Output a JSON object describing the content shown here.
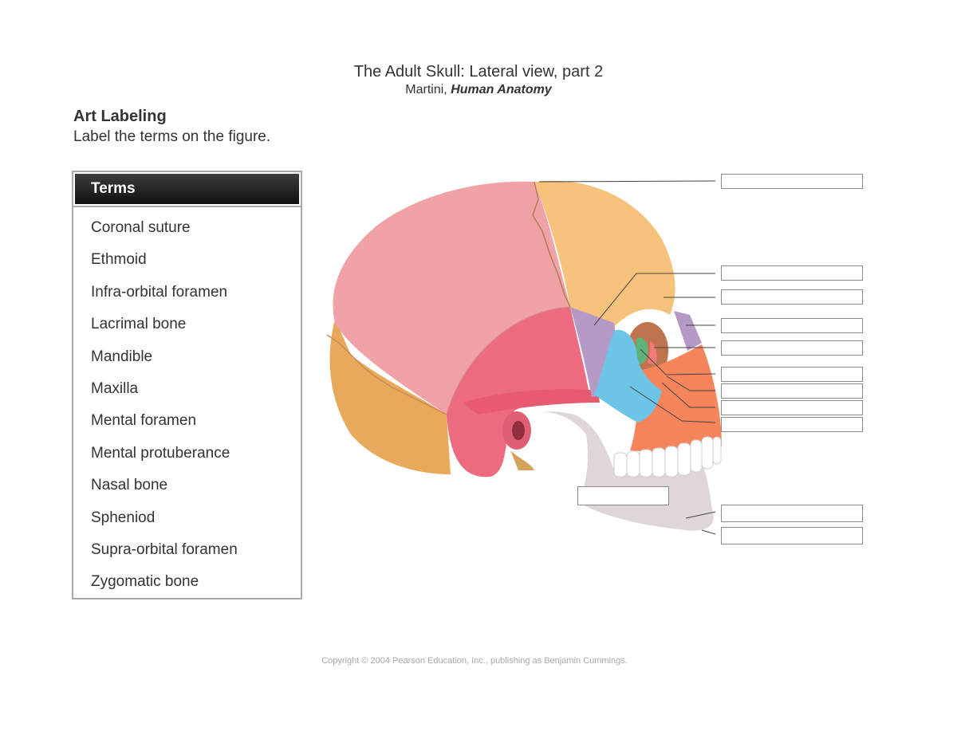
{
  "header": {
    "title": "The Adult Skull: Lateral view, part 2",
    "author": "Martini,",
    "book": "Human Anatomy"
  },
  "task": {
    "heading": "Art Labeling",
    "instruction": "Label the terms on the figure."
  },
  "terms": {
    "header": "Terms",
    "items": [
      "Coronal suture",
      "Ethmoid",
      "Infra-orbital foramen",
      "Lacrimal bone",
      "Mandible",
      "Maxilla",
      "Mental foramen",
      "Mental protuberance",
      "Nasal bone",
      "Spheniod",
      "Supra-orbital foramen",
      "Zygomatic bone"
    ]
  },
  "label_boxes": [
    {
      "id": "box-1"
    },
    {
      "id": "box-2"
    },
    {
      "id": "box-3"
    },
    {
      "id": "box-4"
    },
    {
      "id": "box-5"
    },
    {
      "id": "box-6"
    },
    {
      "id": "box-7"
    },
    {
      "id": "box-8"
    },
    {
      "id": "box-9"
    },
    {
      "id": "box-10"
    },
    {
      "id": "box-11"
    },
    {
      "id": "box-12"
    }
  ],
  "colors": {
    "parietal": "#f0a2a6",
    "frontal": "#f7c27c",
    "occipital": "#e9a95a",
    "temporal": "#ec6b7f",
    "sphenoid": "#b59ac6",
    "zygomatic": "#6cc4e6",
    "maxilla": "#f6855c",
    "mandible": "#dfd6d8",
    "ethmoid": "#5fb37a",
    "lacrimal": "#f07a78",
    "teeth": "#ffffff"
  },
  "footer": {
    "copyright": "Copyright © 2004 Pearson Education, Inc., publishing as Benjamin Cummings."
  }
}
